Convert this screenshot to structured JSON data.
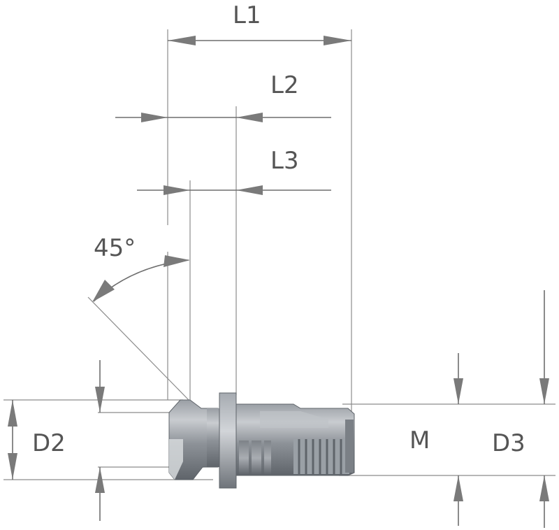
{
  "labels": {
    "L1": "L1",
    "L2": "L2",
    "L3": "L3",
    "angle": "45°",
    "D2": "D2",
    "M": "M",
    "D3": "D3"
  },
  "colors": {
    "part_light": "#b4b8bd",
    "part_mid": "#8e9399",
    "part_dark": "#6a6f75",
    "line": "#6e6e6e"
  }
}
